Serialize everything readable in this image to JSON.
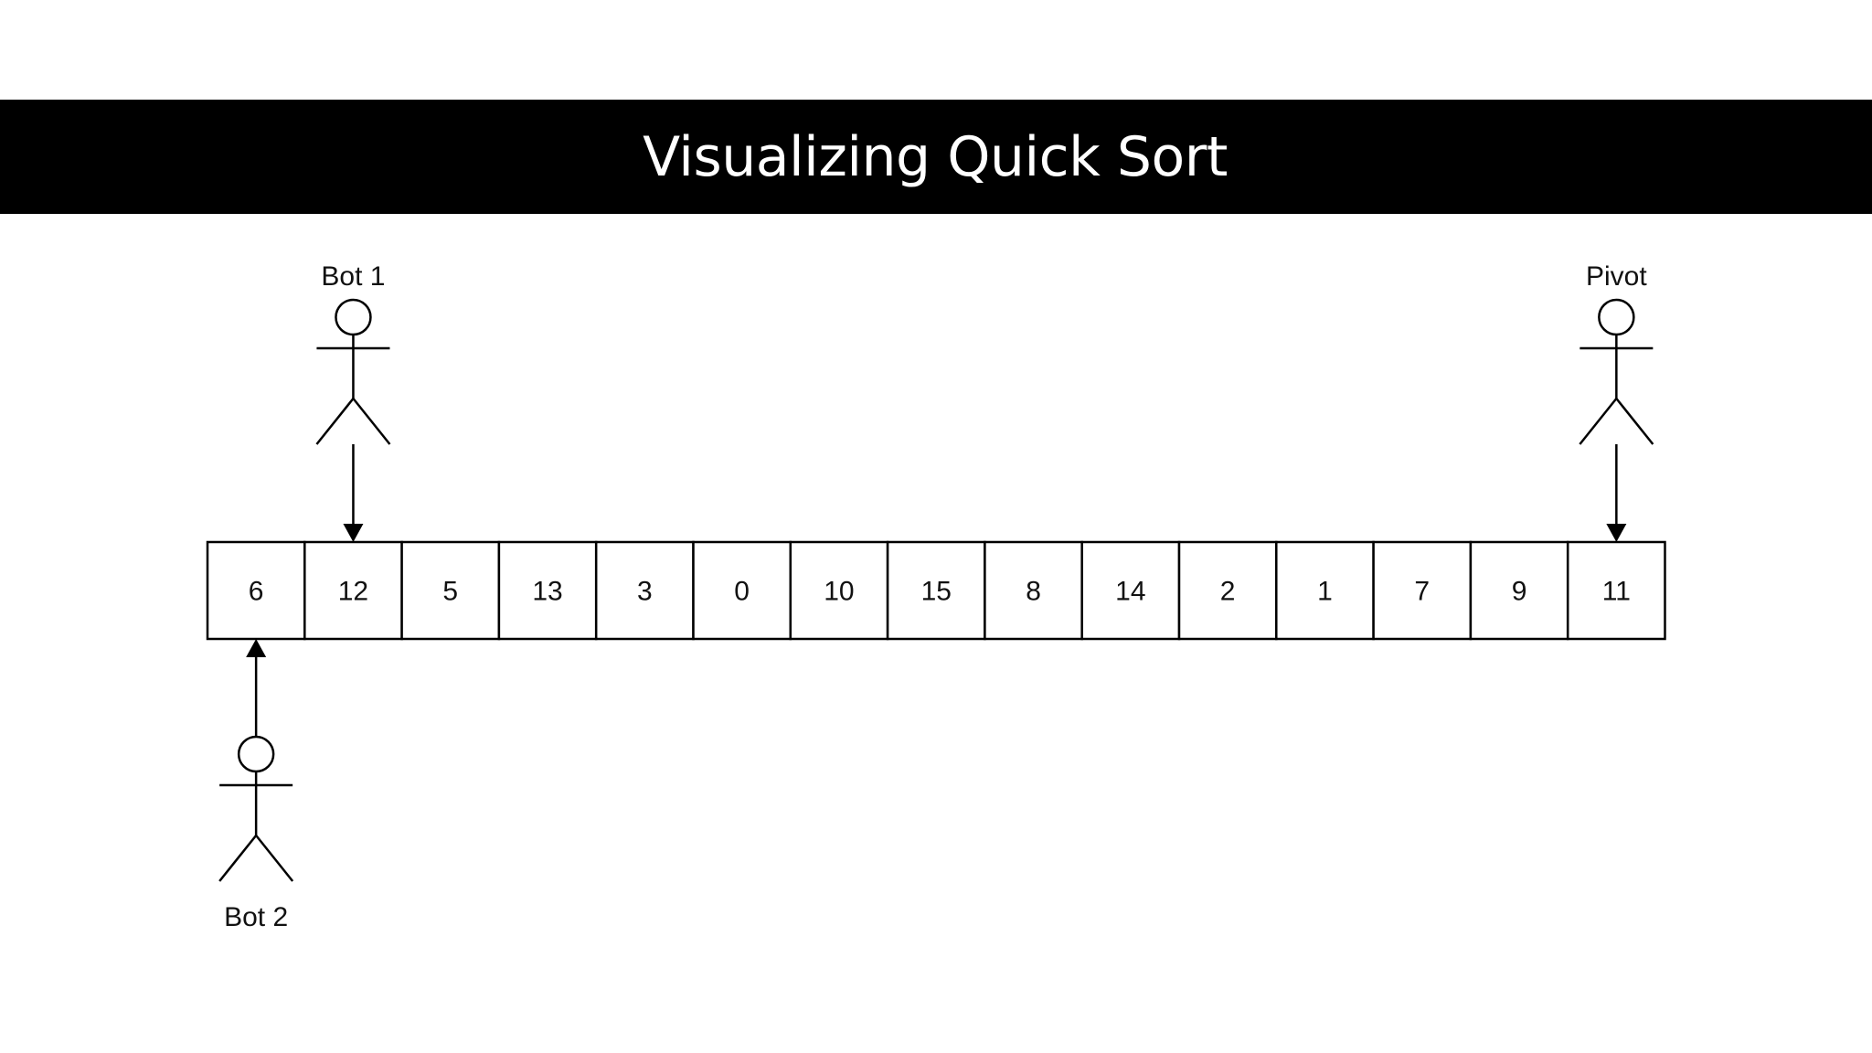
{
  "title": "Visualizing Quick Sort",
  "array": {
    "values": [
      "6",
      "12",
      "5",
      "13",
      "3",
      "0",
      "10",
      "15",
      "8",
      "14",
      "2",
      "1",
      "7",
      "9",
      "11"
    ]
  },
  "actors": [
    {
      "id": "bot-1",
      "label": "Bot 1",
      "points_to_index": 1,
      "position": "above"
    },
    {
      "id": "pivot",
      "label": "Pivot",
      "points_to_index": 14,
      "position": "above"
    },
    {
      "id": "bot-2",
      "label": "Bot 2",
      "points_to_index": 0,
      "position": "below"
    }
  ],
  "colors": {
    "title_bar": "#000000",
    "title_text": "#ffffff",
    "stroke": "#000000",
    "background": "#ffffff"
  }
}
